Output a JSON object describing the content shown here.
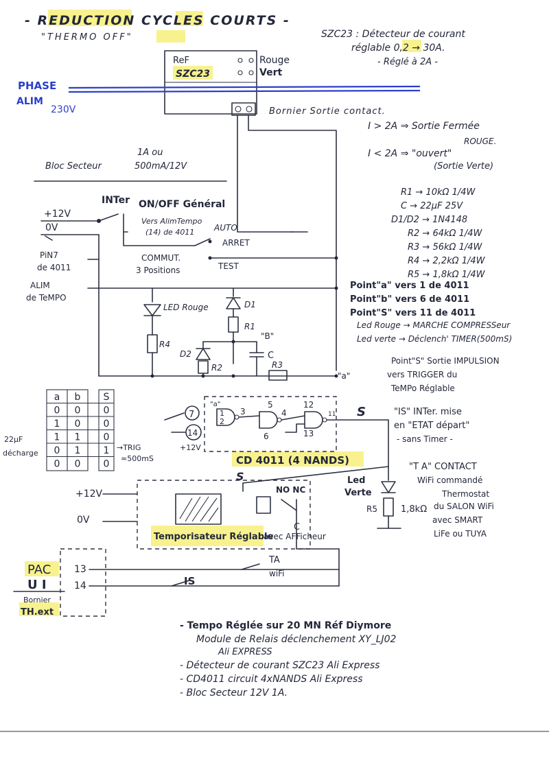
{
  "title": "- REDUCTION CYCLES COURTS -",
  "subtitle": "\"THERMO OFF\"",
  "szc": {
    "desc1": "SZC23 : Détecteur de courant",
    "desc2": "réglable 0,2 → 30A.",
    "desc3": "- Réglé à 2A -",
    "box_ref": "ReF",
    "box_name": "SZC23",
    "rouge": "Rouge",
    "vert": "Vert",
    "bornier": "Bornier Sortie contact.",
    "cond_hi": "I > 2A ⇒ Sortie Fermée",
    "cond_rouge": "ROUGE.",
    "cond_lo": "I < 2A ⇒ \"ouvert\"",
    "cond_vert": "(Sortie Verte)"
  },
  "phase": {
    "label1": "PHASE",
    "label2": "ALIM",
    "volt": "230V"
  },
  "bloc": {
    "label": "Bloc Secteur",
    "rating1": "1A ou",
    "rating2": "500mA/12V"
  },
  "supply": {
    "p12": "+12V",
    "ov": "0V",
    "inter": "INTer",
    "onoff": "ON/OFF Général",
    "vers": "Vers AlimTempo",
    "pin14": "(14) de 4011",
    "auto": "AUTO",
    "arret": "ARRET",
    "test": "TEST",
    "commut1": "COMMUT.",
    "commut2": "3 Positions",
    "pin7": "PiN7",
    "de4011": "de 4011",
    "alim": "ALIM",
    "detempo": "de TeMPO"
  },
  "components": {
    "r1": "R1 → 10kΩ 1/4W",
    "c": "C → 22µF 25V",
    "d": "D1/D2 → 1N4148",
    "r2": "R2 → 64kΩ 1/4W",
    "r3": "R3 → 56kΩ 1/4W",
    "r4": "R4 → 2,2kΩ 1/4W",
    "r5": "R5 → 1,8kΩ 1/4W"
  },
  "points": {
    "a": "Point\"a\" vers 1 de 4011",
    "b": "Point\"b\" vers 6 de 4011",
    "s": "Point\"S\" vers 11 de 4011",
    "led_rouge": "Led Rouge → MARCHE COMPRESSeur",
    "led_verte": "Led verte → Déclench' TIMER(500mS)"
  },
  "circuit": {
    "led_rouge": "LED Rouge",
    "d1": "D1",
    "d2": "D2",
    "r1": "R1",
    "r2": "R2",
    "r3": "R3",
    "r4": "R4",
    "c": "C",
    "b": "\"B\"",
    "a": "\"a\""
  },
  "s_note": {
    "l1": "Point\"S\" Sortie IMPULSION",
    "l2": "vers TRIGGER du",
    "l3": "TeMPo Réglable"
  },
  "truth": {
    "headers": [
      "a",
      "b",
      "S"
    ],
    "rows": [
      [
        "0",
        "0",
        "0"
      ],
      [
        "1",
        "0",
        "0"
      ],
      [
        "1",
        "1",
        "0"
      ],
      [
        "0",
        "1",
        "1"
      ],
      [
        "0",
        "0",
        "0"
      ]
    ],
    "cap1": "22µF",
    "cap2": "décharge",
    "trig1": "→TRIG",
    "trig2": "≈500mS"
  },
  "gates": {
    "pin7": "7",
    "pin14": "14",
    "p12": "+12V",
    "n1": "1",
    "n2": "2",
    "n3": "3",
    "n5": "5",
    "n4": "4",
    "n6": "6",
    "n12": "12",
    "n13": "13",
    "n11": "11",
    "a_in": "\"a\"",
    "s_out": "S",
    "chip": "CD 4011 (4 NANDS)"
  },
  "is_note": {
    "l1": "\"IS\" INTer. mise",
    "l2": "en \"ETAT départ\"",
    "l3": "- sans Timer -"
  },
  "ta_note": {
    "l1": "\"T A\"  CONTACT",
    "l2": "WiFi commandé",
    "l3": "Thermostat",
    "l4": "du SALON WiFi",
    "l5": "avec SMART",
    "l6": "LiFe ou TUYA"
  },
  "timer": {
    "s": "S",
    "p12": "+12V",
    "ov": "0V",
    "nonc": "NO NC",
    "c": "C",
    "label": "Temporisateur Réglable",
    "avec": "avec AFFicheur",
    "led_verte1": "Led",
    "led_verte2": "Verte",
    "r5": "R5",
    "r5val": "1,8kΩ"
  },
  "pac": {
    "pac": "PAC",
    "ui": "U I",
    "bornier": "Bornier",
    "thext": "TH.ext",
    "t13": "13",
    "t14": "14",
    "ta": "TA",
    "wifi": "wiFi",
    "is": "IS"
  },
  "notes": [
    "- Tempo Réglée sur 20 MN Réf Diymore",
    "Module de Relais déclenchement XY_LJ02",
    "Ali EXPRESS",
    "- Détecteur de courant SZC23 Ali Express",
    "- CD4011 circuit 4xNANDS Ali Express",
    "- Bloc Secteur 12V 1A."
  ],
  "colors": {
    "ink": "#23273a",
    "blue": "#2a3fc9",
    "highlight": "#f6f07a"
  }
}
